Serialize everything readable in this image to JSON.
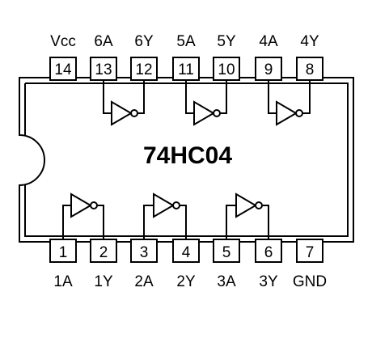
{
  "chip": {
    "title": "74HC04"
  },
  "pins_top": [
    {
      "number": "14",
      "label": "Vcc"
    },
    {
      "number": "13",
      "label": "6A"
    },
    {
      "number": "12",
      "label": "6Y"
    },
    {
      "number": "11",
      "label": "5A"
    },
    {
      "number": "10",
      "label": "5Y"
    },
    {
      "number": "9",
      "label": "4A"
    },
    {
      "number": "8",
      "label": "4Y"
    }
  ],
  "pins_bottom": [
    {
      "number": "1",
      "label": "1A"
    },
    {
      "number": "2",
      "label": "1Y"
    },
    {
      "number": "3",
      "label": "2A"
    },
    {
      "number": "4",
      "label": "2Y"
    },
    {
      "number": "5",
      "label": "3A"
    },
    {
      "number": "6",
      "label": "3Y"
    },
    {
      "number": "7",
      "label": "GND"
    }
  ],
  "gates": [
    {
      "name": "inverter-6",
      "input": "6A",
      "output": "6Y"
    },
    {
      "name": "inverter-5",
      "input": "5A",
      "output": "5Y"
    },
    {
      "name": "inverter-4",
      "input": "4A",
      "output": "4Y"
    },
    {
      "name": "inverter-1",
      "input": "1A",
      "output": "1Y"
    },
    {
      "name": "inverter-2",
      "input": "2A",
      "output": "2Y"
    },
    {
      "name": "inverter-3",
      "input": "3A",
      "output": "3Y"
    }
  ]
}
